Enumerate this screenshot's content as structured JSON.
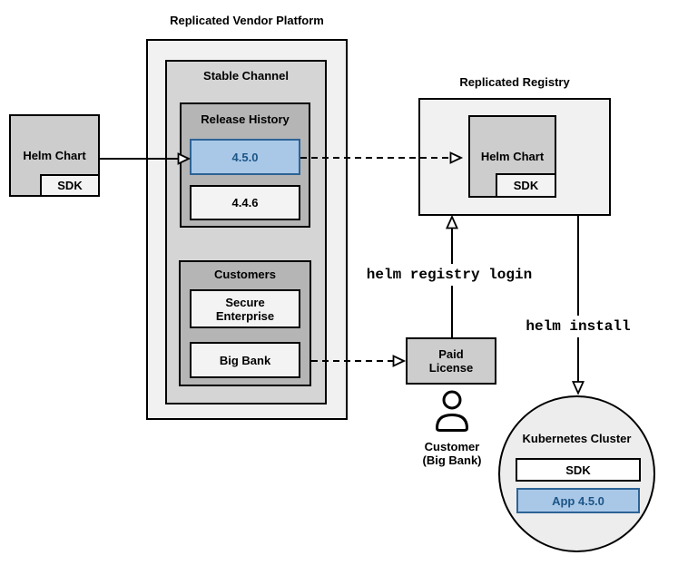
{
  "platform": {
    "title": "Replicated Vendor Platform",
    "stable_channel_title": "Stable Channel",
    "release_history_title": "Release History",
    "releases": [
      "4.5.0",
      "4.4.6"
    ],
    "highlighted_release": "4.5.0",
    "customers_title": "Customers",
    "customers": [
      "Secure Enterprise",
      "Big Bank"
    ]
  },
  "vendor_chart": {
    "label": "Helm Chart",
    "sdk": "SDK"
  },
  "registry": {
    "title": "Replicated Registry",
    "chart_label": "Helm Chart",
    "sdk": "SDK"
  },
  "license": {
    "label": "Paid License"
  },
  "customer": {
    "label": "Customer (Big Bank)"
  },
  "commands": {
    "login": "helm registry login",
    "install": "helm install"
  },
  "cluster": {
    "title": "Kubernetes Cluster",
    "sdk": "SDK",
    "app": "App 4.5.0"
  },
  "icons": {
    "customer": "person-outline-icon"
  },
  "colors": {
    "highlight_fill": "#a9c8e8",
    "highlight_border": "#2d6395",
    "highlight_text": "#1d5586",
    "container_light": "#f1f1f1",
    "channel_gray": "#d5d5d5",
    "group_gray": "#b5b5b5",
    "chart_gray": "#cdcdcd",
    "circle_gray": "#ededed"
  }
}
